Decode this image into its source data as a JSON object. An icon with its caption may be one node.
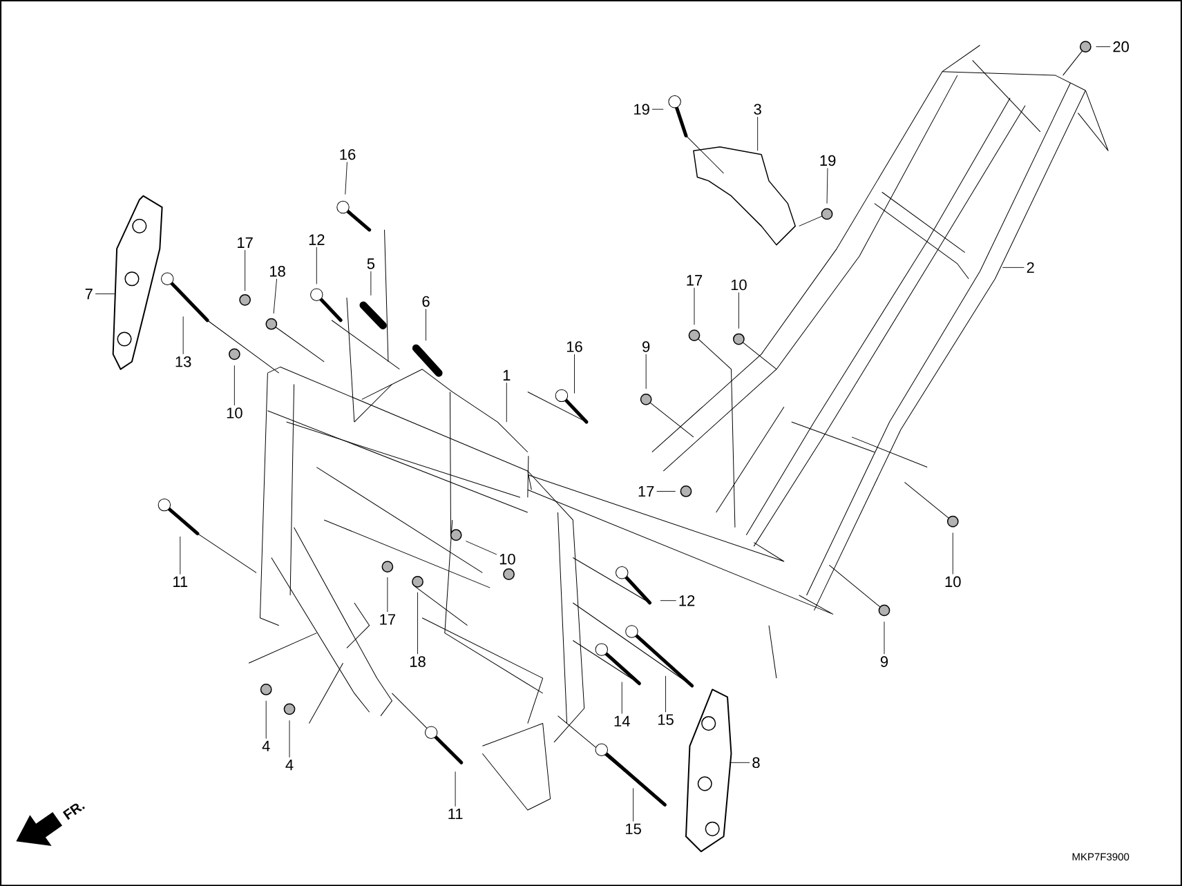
{
  "diagram": {
    "nodes": [
      {
        "text": [
          "20"
        ]
      },
      {
        "text": [
          "19"
        ]
      },
      {
        "text": [
          "3"
        ]
      },
      {
        "text": [
          "16"
        ]
      },
      {
        "text": [
          "19"
        ]
      },
      {
        "text": [
          "17"
        ]
      },
      {
        "text": [
          "12"
        ]
      },
      {
        "text": [
          "5"
        ]
      },
      {
        "text": [
          "18"
        ]
      },
      {
        "text": [
          "2"
        ]
      },
      {
        "text": [
          "17"
        ]
      },
      {
        "text": [
          "10"
        ]
      },
      {
        "text": [
          "7"
        ]
      },
      {
        "text": [
          "6"
        ]
      },
      {
        "text": [
          "16"
        ]
      },
      {
        "text": [
          "9"
        ]
      },
      {
        "text": [
          "13"
        ]
      },
      {
        "text": [
          "1"
        ]
      },
      {
        "text": [
          "10"
        ]
      },
      {
        "text": [
          "17"
        ]
      },
      {
        "text": [
          "10"
        ]
      },
      {
        "text": [
          "11"
        ]
      },
      {
        "text": [
          "10"
        ]
      },
      {
        "text": [
          "12"
        ]
      },
      {
        "text": [
          "17"
        ]
      },
      {
        "text": [
          "9"
        ]
      },
      {
        "text": [
          "18"
        ]
      },
      {
        "text": [
          "14"
        ]
      },
      {
        "text": [
          "15"
        ]
      },
      {
        "text": [
          "4"
        ]
      },
      {
        "text": [
          "8"
        ]
      },
      {
        "text": [
          "4"
        ]
      },
      {
        "text": [
          "11"
        ]
      },
      {
        "text": [
          "15"
        ]
      }
    ],
    "edges": [
      {
        "from": 0,
        "to": null,
        "arrow": "none"
      },
      {
        "from": 1,
        "to": null,
        "arrow": "none"
      },
      {
        "from": 2,
        "to": null,
        "arrow": "none"
      },
      {
        "from": 3,
        "to": null,
        "arrow": "none"
      },
      {
        "from": 4,
        "to": null,
        "arrow": "none"
      },
      {
        "from": 5,
        "to": null,
        "arrow": "none"
      },
      {
        "from": 6,
        "to": null,
        "arrow": "none"
      },
      {
        "from": 7,
        "to": null,
        "arrow": "none"
      },
      {
        "from": 8,
        "to": null,
        "arrow": "none"
      },
      {
        "from": 9,
        "to": null,
        "arrow": "none"
      },
      {
        "from": 10,
        "to": null,
        "arrow": "none"
      },
      {
        "from": 11,
        "to": null,
        "arrow": "none"
      },
      {
        "from": 12,
        "to": null,
        "arrow": "none"
      },
      {
        "from": 13,
        "to": null,
        "arrow": "none"
      },
      {
        "from": 14,
        "to": null,
        "arrow": "none"
      },
      {
        "from": 15,
        "to": null,
        "arrow": "none"
      },
      {
        "from": 16,
        "to": null,
        "arrow": "none"
      },
      {
        "from": 17,
        "to": null,
        "arrow": "none"
      },
      {
        "from": 18,
        "to": null,
        "arrow": "none"
      },
      {
        "from": 19,
        "to": null,
        "arrow": "none"
      },
      {
        "from": 20,
        "to": null,
        "arrow": "none"
      },
      {
        "from": 21,
        "to": null,
        "arrow": "none"
      },
      {
        "from": 22,
        "to": null,
        "arrow": "none"
      },
      {
        "from": 23,
        "to": null,
        "arrow": "none"
      },
      {
        "from": 24,
        "to": null,
        "arrow": "none"
      },
      {
        "from": 25,
        "to": null,
        "arrow": "none"
      },
      {
        "from": 26,
        "to": null,
        "arrow": "none"
      },
      {
        "from": 27,
        "to": null,
        "arrow": "none"
      },
      {
        "from": 28,
        "to": null,
        "arrow": "none"
      },
      {
        "from": 29,
        "to": null,
        "arrow": "none"
      },
      {
        "from": 30,
        "to": null,
        "arrow": "none"
      },
      {
        "from": 31,
        "to": null,
        "arrow": "none"
      },
      {
        "from": 32,
        "to": null,
        "arrow": "none"
      },
      {
        "from": 33,
        "to": null,
        "arrow": "none"
      }
    ],
    "labels": [
      "FR.",
      "MKP7F3900"
    ]
  }
}
